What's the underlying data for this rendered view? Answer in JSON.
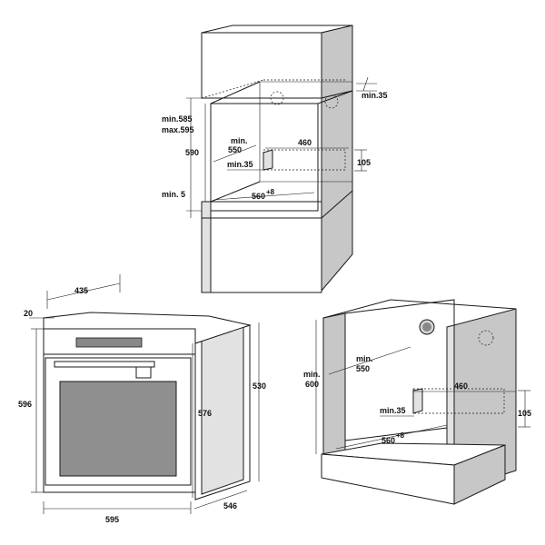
{
  "cabinet_top": {
    "min35_gap": "min.35",
    "height_min": "min.585",
    "height_max": "max.595",
    "opening_height": "590",
    "depth_min": "min.",
    "depth_value": "550",
    "channel_width": "460",
    "channel_height": "105",
    "front_gap": "min.35",
    "bottom_gap": "min. 5",
    "width": "560",
    "width_tol": "+8"
  },
  "oven": {
    "depth_total": "435",
    "front_offset": "20",
    "front_height": "596",
    "body_height": "576",
    "side_height": "530",
    "front_width": "595",
    "side_depth": "546"
  },
  "cabinet_bottom": {
    "height_min": "min.",
    "height_value": "600",
    "depth_min": "min.",
    "depth_value": "550",
    "channel_width": "460",
    "channel_height": "105",
    "front_gap": "min.35",
    "width": "560",
    "width_tol": "+8"
  }
}
